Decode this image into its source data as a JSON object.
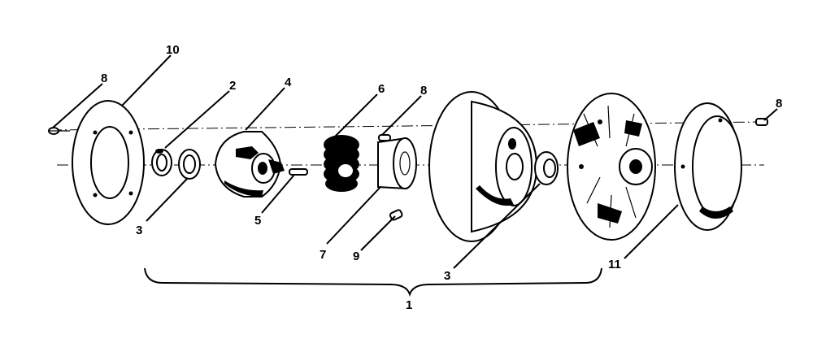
{
  "diagram": {
    "callouts": {
      "c10": "10",
      "c8_left": "8",
      "c2": "2",
      "c4": "4",
      "c6": "6",
      "c8_mid": "8",
      "c8_right": "8",
      "c3_left": "3",
      "c5": "5",
      "c7": "7",
      "c9": "9",
      "c3_right": "3",
      "c11": "11",
      "c1": "1"
    }
  }
}
